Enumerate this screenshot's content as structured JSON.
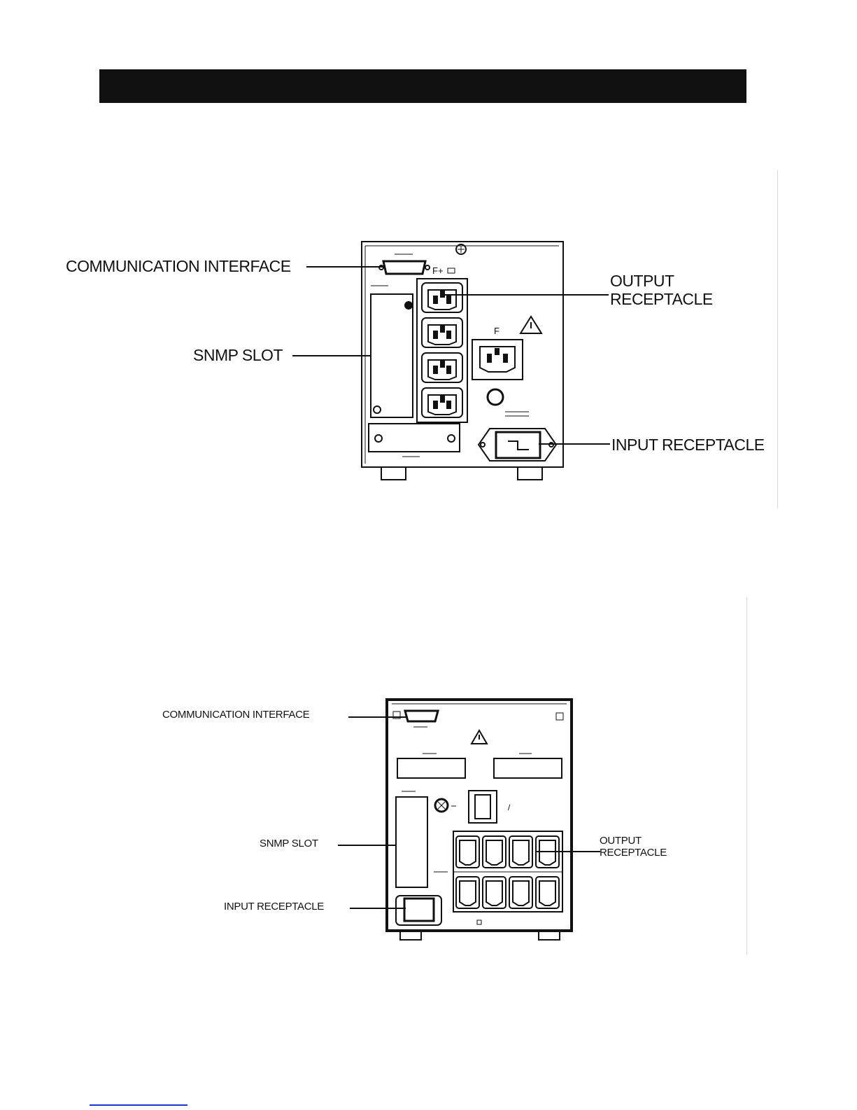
{
  "figure_1": {
    "labels": {
      "communication_interface": "COMMUNICATION INTERFACE",
      "snmp_slot": "SNMP SLOT",
      "output_receptacle": "OUTPUT\nRECEPTACLE",
      "input_receptacle": "INPUT RECEPTACLE"
    }
  },
  "figure_2": {
    "labels": {
      "communication_interface": "COMMUNICATION INTERFACE",
      "snmp_slot": "SNMP SLOT",
      "output_receptacle": "OUTPUT\nRECEPTACLE",
      "input_receptacle": "INPUT RECEPTACLE"
    }
  },
  "colors": {
    "ink": "#111111",
    "header_bar": "#111111",
    "footer_link": "#2233cc"
  }
}
